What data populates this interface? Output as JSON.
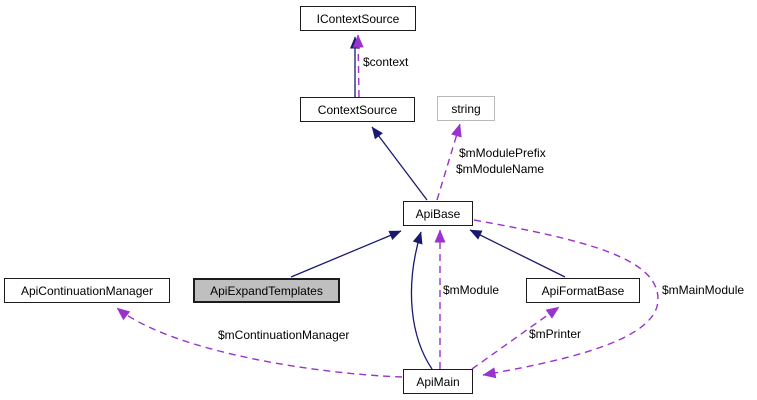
{
  "diagram": {
    "type": "doxygen-collaboration-graph",
    "background": "#ffffff",
    "colors": {
      "inheritance": "#191970",
      "usage": "#9a32cd",
      "node_border": "#1c1c1c",
      "node_fill": "#ffffff",
      "current_node_fill": "#bfbfbf",
      "external_node_border": "#b9b9b9",
      "text": "#000000",
      "background": "#ffffff"
    },
    "nodes": [
      {
        "id": "icontextsource",
        "label": "IContextSource",
        "type": "class"
      },
      {
        "id": "contextsource",
        "label": "ContextSource",
        "type": "class"
      },
      {
        "id": "string",
        "label": "string",
        "type": "external"
      },
      {
        "id": "apibase",
        "label": "ApiBase",
        "type": "class"
      },
      {
        "id": "apicontinuationmanager",
        "label": "ApiContinuationManager",
        "type": "class"
      },
      {
        "id": "apiexpandtemplates",
        "label": "ApiExpandTemplates",
        "type": "current"
      },
      {
        "id": "apiformatbase",
        "label": "ApiFormatBase",
        "type": "class"
      },
      {
        "id": "apimain",
        "label": "ApiMain",
        "type": "class"
      }
    ],
    "edges": [
      {
        "from": "ContextSource",
        "to": "IContextSource",
        "kind": "inheritance",
        "label": ""
      },
      {
        "from": "ContextSource",
        "to": "IContextSource",
        "kind": "usage",
        "label": "$context"
      },
      {
        "from": "ApiBase",
        "to": "ContextSource",
        "kind": "inheritance",
        "label": ""
      },
      {
        "from": "ApiBase",
        "to": "string",
        "kind": "usage",
        "label": "$mModulePrefix\n$mModuleName"
      },
      {
        "from": "ApiExpandTemplates",
        "to": "ApiBase",
        "kind": "inheritance",
        "label": ""
      },
      {
        "from": "ApiMain",
        "to": "ApiBase",
        "kind": "inheritance",
        "label": ""
      },
      {
        "from": "ApiMain",
        "to": "ApiBase",
        "kind": "usage",
        "label": "$mModule"
      },
      {
        "from": "ApiFormatBase",
        "to": "ApiBase",
        "kind": "inheritance",
        "label": ""
      },
      {
        "from": "ApiBase",
        "to": "ApiMain",
        "kind": "usage",
        "label": "$mMainModule"
      },
      {
        "from": "ApiMain",
        "to": "ApiFormatBase",
        "kind": "usage",
        "label": "$mPrinter"
      },
      {
        "from": "ApiMain",
        "to": "ApiContinuationManager",
        "kind": "usage",
        "label": "$mContinuationManager"
      }
    ],
    "edge_labels": [
      {
        "text": "$context"
      },
      {
        "text": "$mModulePrefix"
      },
      {
        "text": "$mModuleName"
      },
      {
        "text": "$mModule"
      },
      {
        "text": "$mMainModule"
      },
      {
        "text": "$mPrinter"
      },
      {
        "text": "$mContinuationManager"
      }
    ]
  }
}
